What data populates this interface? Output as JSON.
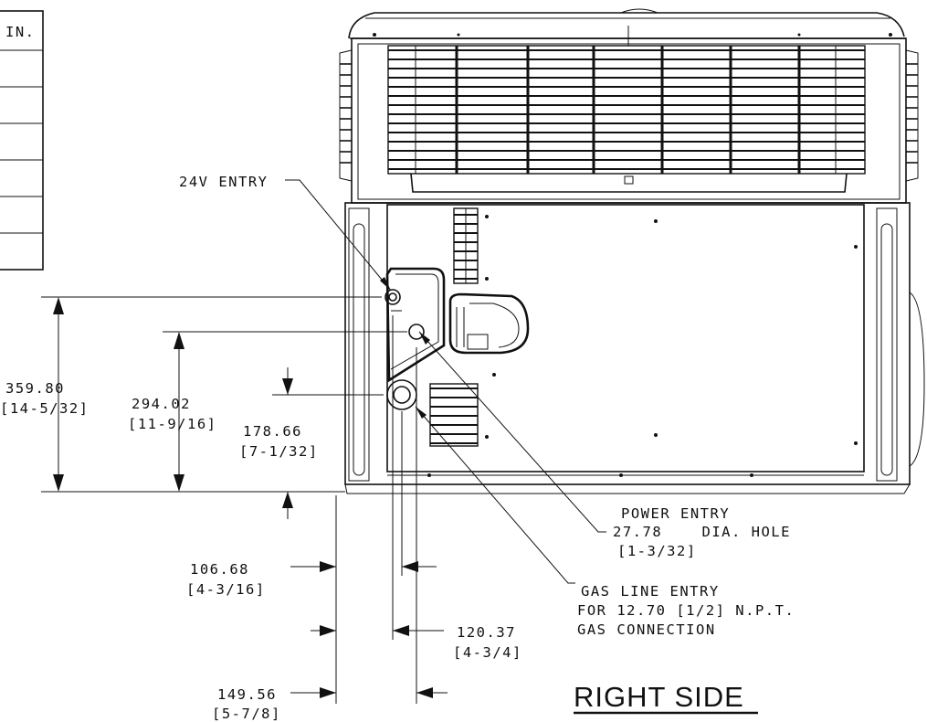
{
  "table": {
    "header": "IN."
  },
  "callouts": {
    "v24_entry": "24V ENTRY",
    "power_entry": [
      "POWER ENTRY",
      "27.78    DIA. HOLE",
      "[1-3/32]"
    ],
    "gas_line_entry": [
      "GAS LINE ENTRY",
      "FOR 12.70 [1/2] N.P.T.",
      "GAS CONNECTION"
    ]
  },
  "dimensions": {
    "d1": {
      "mm": "359.80",
      "in": "[14-5/32]"
    },
    "d2": {
      "mm": "294.02",
      "in": "[11-9/16]"
    },
    "d3": {
      "mm": "178.66",
      "in": "[7-1/32]"
    },
    "d4": {
      "mm": "106.68",
      "in": "[4-3/16]"
    },
    "d5": {
      "mm": "120.37",
      "in": "[4-3/4]"
    },
    "d6": {
      "mm": "149.56",
      "in": "[5-7/8]"
    }
  },
  "view_title": "RIGHT SIDE"
}
